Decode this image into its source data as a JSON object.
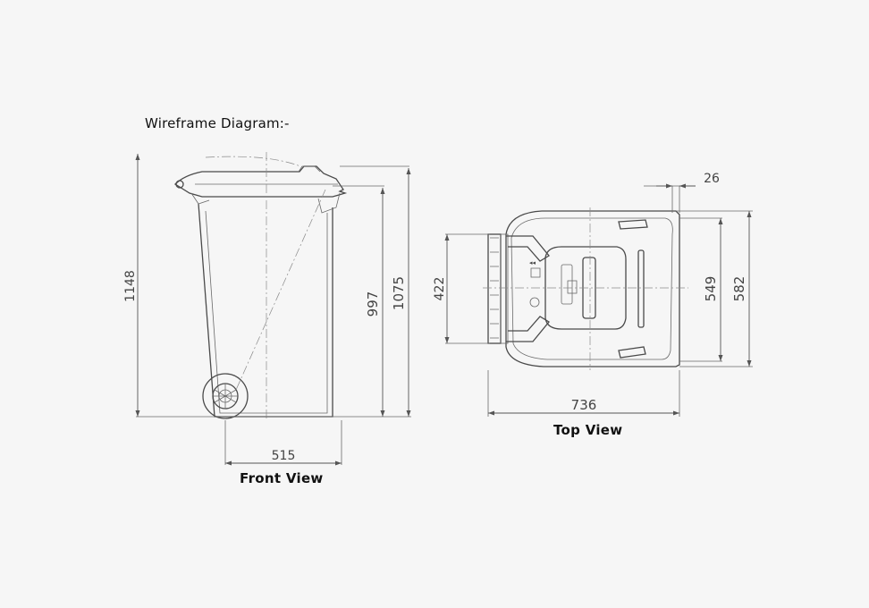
{
  "title": "Wireframe Diagram:-",
  "views": {
    "front": {
      "label": "Front View",
      "dimensions": {
        "overall_height": "1148",
        "body_height": "997",
        "lid_height": "1075",
        "width": "515"
      }
    },
    "top": {
      "label": "Top View",
      "dimensions": {
        "lip": "26",
        "handle_span": "422",
        "inner_depth": "549",
        "outer_depth": "582",
        "length": "736"
      }
    }
  },
  "colors": {
    "background": "#f6f6f6",
    "line": "#4a4a4a"
  }
}
